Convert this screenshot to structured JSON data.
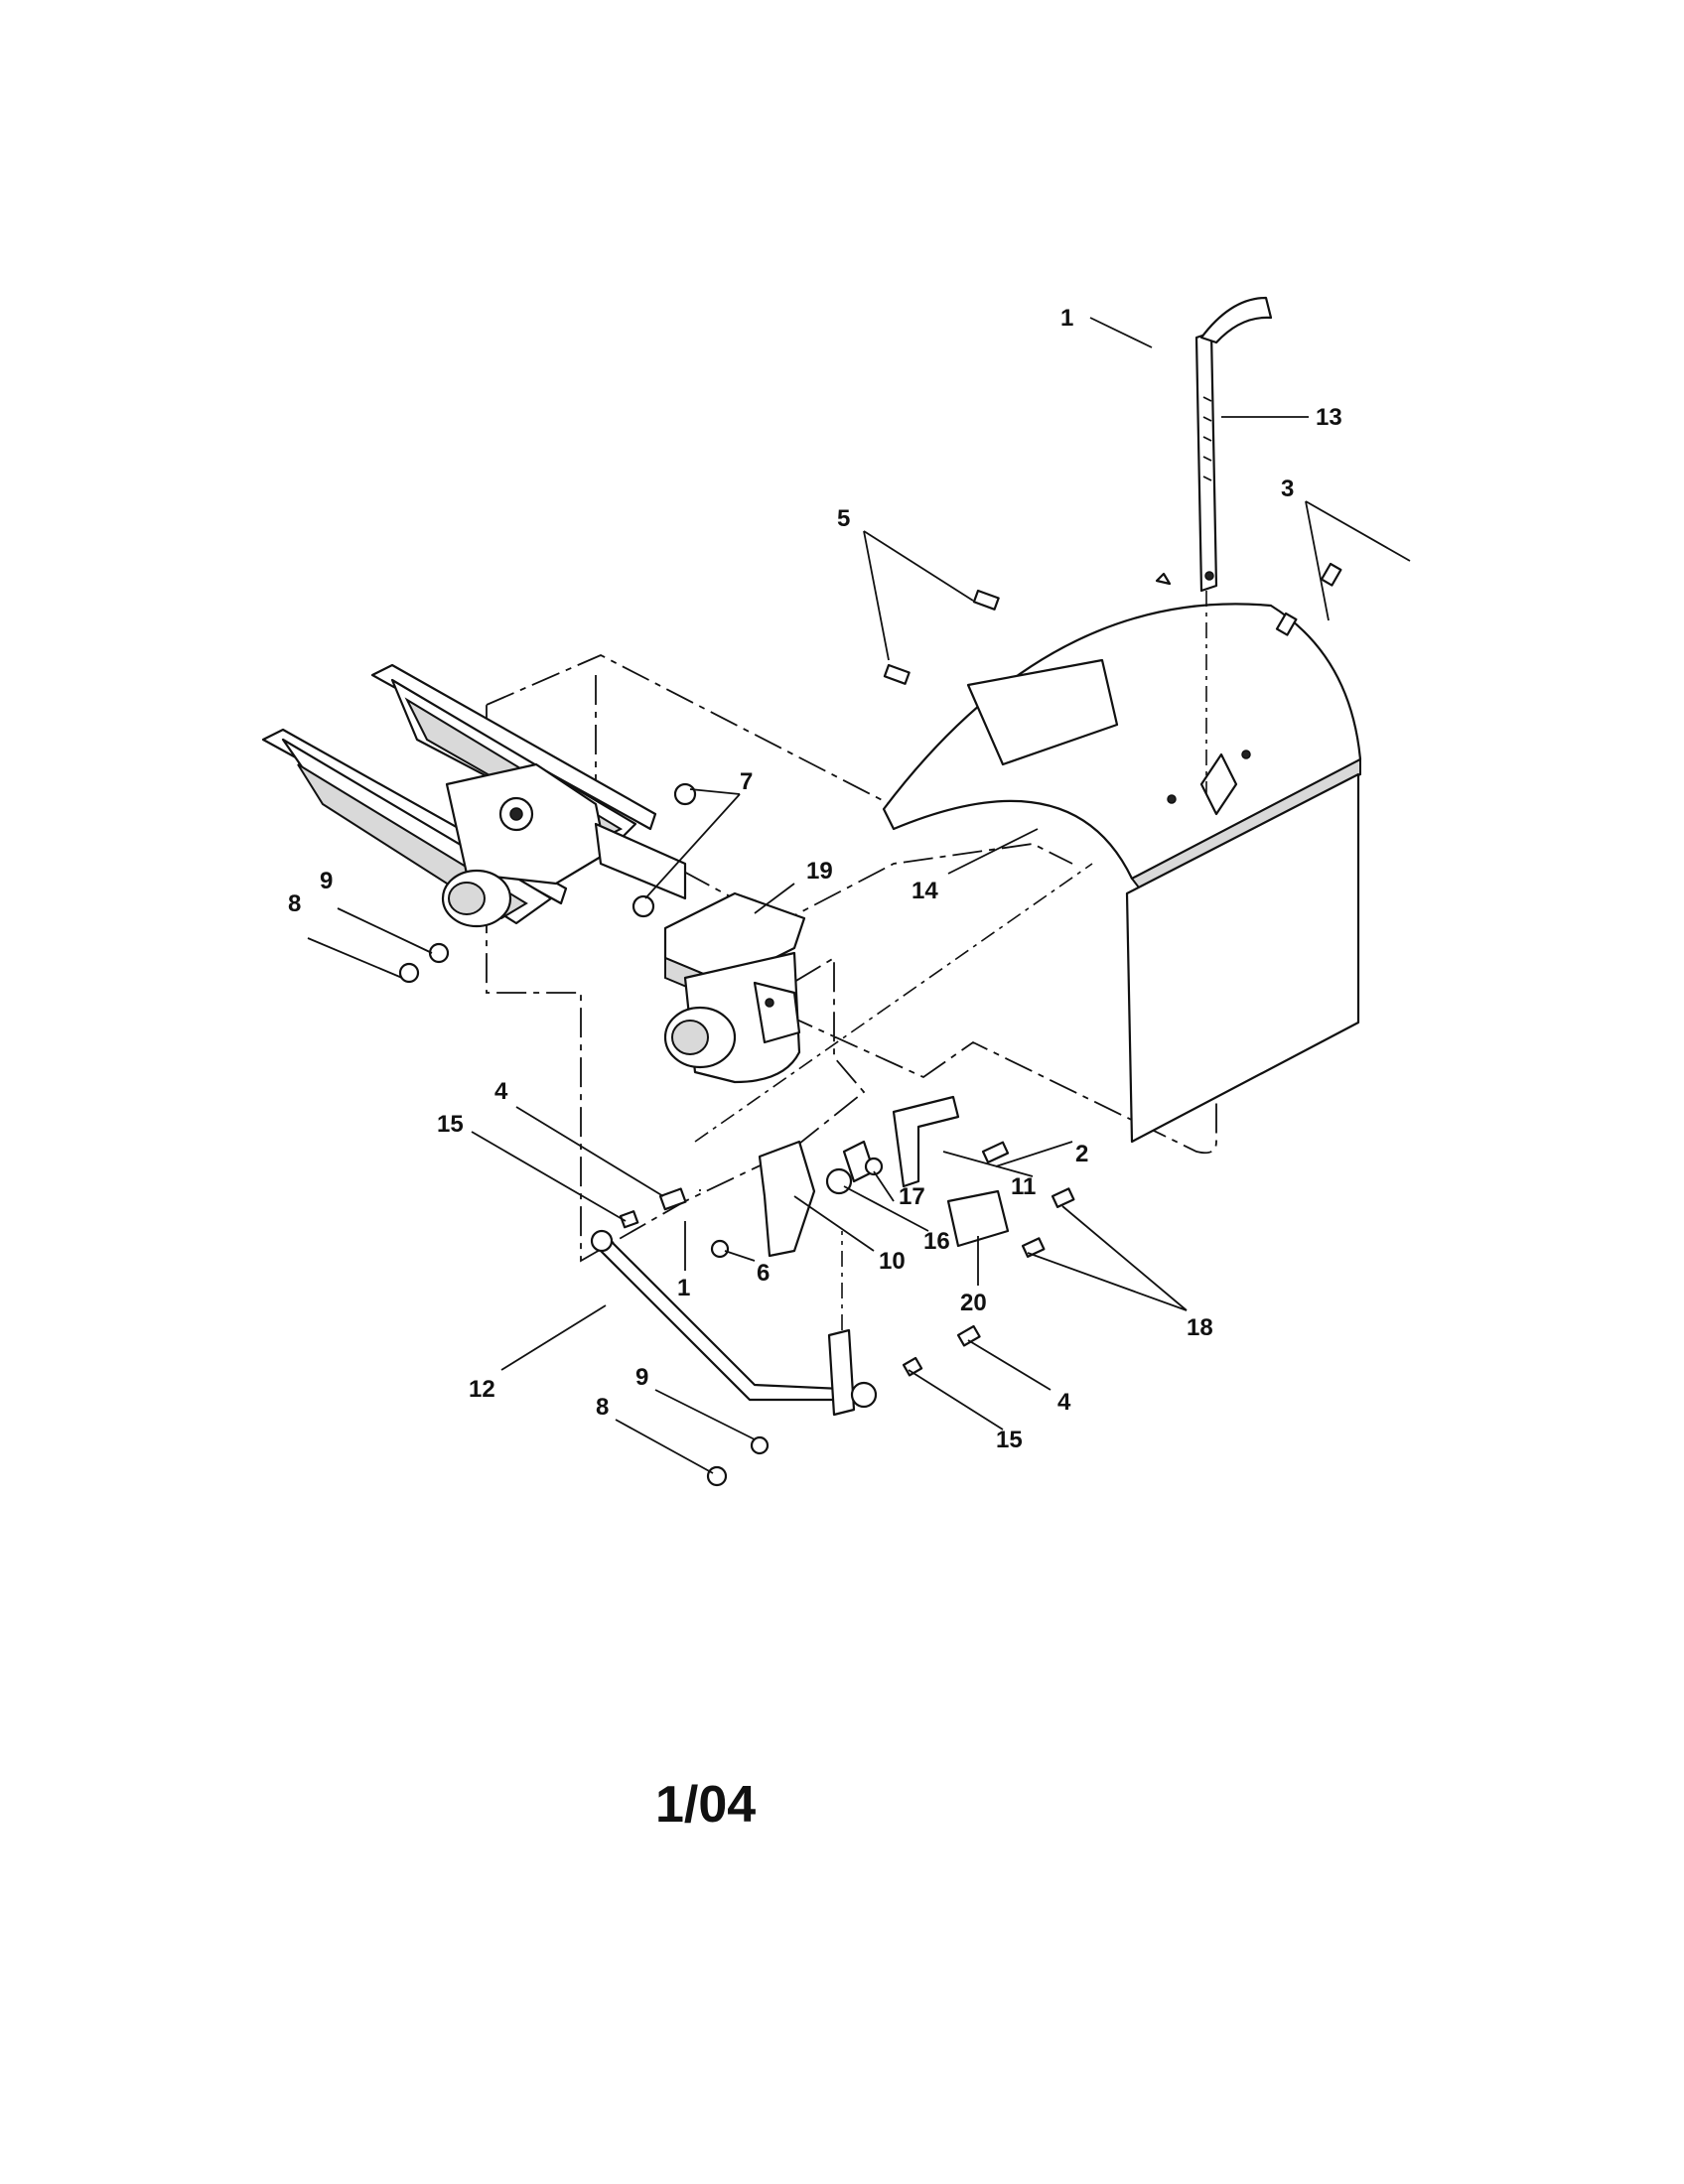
{
  "diagram": {
    "callouts": [
      {
        "id": "c1a",
        "label": "1"
      },
      {
        "id": "c13",
        "label": "13"
      },
      {
        "id": "c3",
        "label": "3"
      },
      {
        "id": "c5",
        "label": "5"
      },
      {
        "id": "c7",
        "label": "7"
      },
      {
        "id": "c19",
        "label": "19"
      },
      {
        "id": "c14",
        "label": "14"
      },
      {
        "id": "c9a",
        "label": "9"
      },
      {
        "id": "c8a",
        "label": "8"
      },
      {
        "id": "c4a",
        "label": "4"
      },
      {
        "id": "c15a",
        "label": "15"
      },
      {
        "id": "c2",
        "label": "2"
      },
      {
        "id": "c11",
        "label": "11"
      },
      {
        "id": "c17",
        "label": "17"
      },
      {
        "id": "c16",
        "label": "16"
      },
      {
        "id": "c10",
        "label": "10"
      },
      {
        "id": "c6",
        "label": "6"
      },
      {
        "id": "c1b",
        "label": "1"
      },
      {
        "id": "c20",
        "label": "20"
      },
      {
        "id": "c18",
        "label": "18"
      },
      {
        "id": "c12",
        "label": "12"
      },
      {
        "id": "c9b",
        "label": "9"
      },
      {
        "id": "c8b",
        "label": "8"
      },
      {
        "id": "c4b",
        "label": "4"
      },
      {
        "id": "c15b",
        "label": "15"
      }
    ],
    "footer": "1/04"
  }
}
